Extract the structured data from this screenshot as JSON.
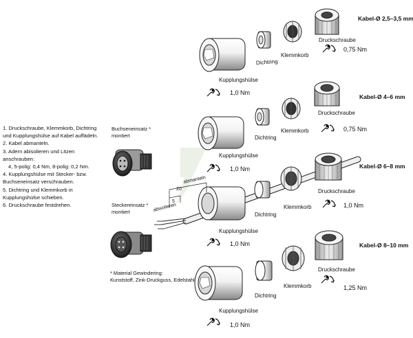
{
  "steps": [
    "1. Druckschraube, Klemmkorb, Dichtring und Kupplungshülse auf Kabel auffädeln.",
    "2. Kabel abmanteln.",
    "3. Adern abisolieren und Litzen anschrauben:",
    "4, 5-polig: 0,4 Nm, 8-polig: 0,2 Nm.",
    "4. Kupplungshülse mit Stecker- bzw. Buchseneinsatz verschrauben.",
    "5. Dichtring und Klemmkorb in Kupplungshülse schieben.",
    "6. Druckschraube festdrehen."
  ],
  "inserts": {
    "socket": "Buchseneinsatz *\nmontiert",
    "plug": "Steckereinsatz *\nmontiert"
  },
  "material_note": "* Material Gewindering:\nKunststoff, Zink-Druckguss, Edelstahl",
  "dimensions": {
    "strip": "abisolieren",
    "sheath": "abmanteln",
    "strip_mm": "5",
    "sheath_mm": "20"
  },
  "rows": [
    {
      "cable": "Kabel-Ø 2,5–3,5 mm",
      "coupling": "Kupplungshülse",
      "seal": "Dichtring",
      "clamp": "Klemmkorb",
      "screw": "Druckschraube",
      "coupling_torque": "1,0 Nm",
      "screw_torque": "0,75 Nm"
    },
    {
      "cable": "Kabel-Ø 4–6 mm",
      "coupling": "Kupplungshülse",
      "seal": "Dichtring",
      "clamp": "Klemmkorb",
      "screw": "Druckschraube",
      "coupling_torque": "1,0 Nm",
      "screw_torque": "0,75 Nm"
    },
    {
      "cable": "Kabel-Ø 6–8 mm",
      "coupling": "Kupplungshülse",
      "seal": "Dichtring",
      "clamp": "Klemmkorb",
      "screw": "Druckschraube",
      "coupling_torque": "1,0 Nm",
      "screw_torque": "1,0 Nm"
    },
    {
      "cable": "Kabel-Ø 8–10 mm",
      "coupling": "Kupplungshülse",
      "seal": "Dichtring",
      "clamp": "Klemmkorb",
      "screw": "Druckschraube",
      "coupling_torque": "1,0 Nm",
      "screw_torque": "1,25 Nm"
    }
  ],
  "icons": {
    "wrench": "wrench-rotate-icon"
  }
}
